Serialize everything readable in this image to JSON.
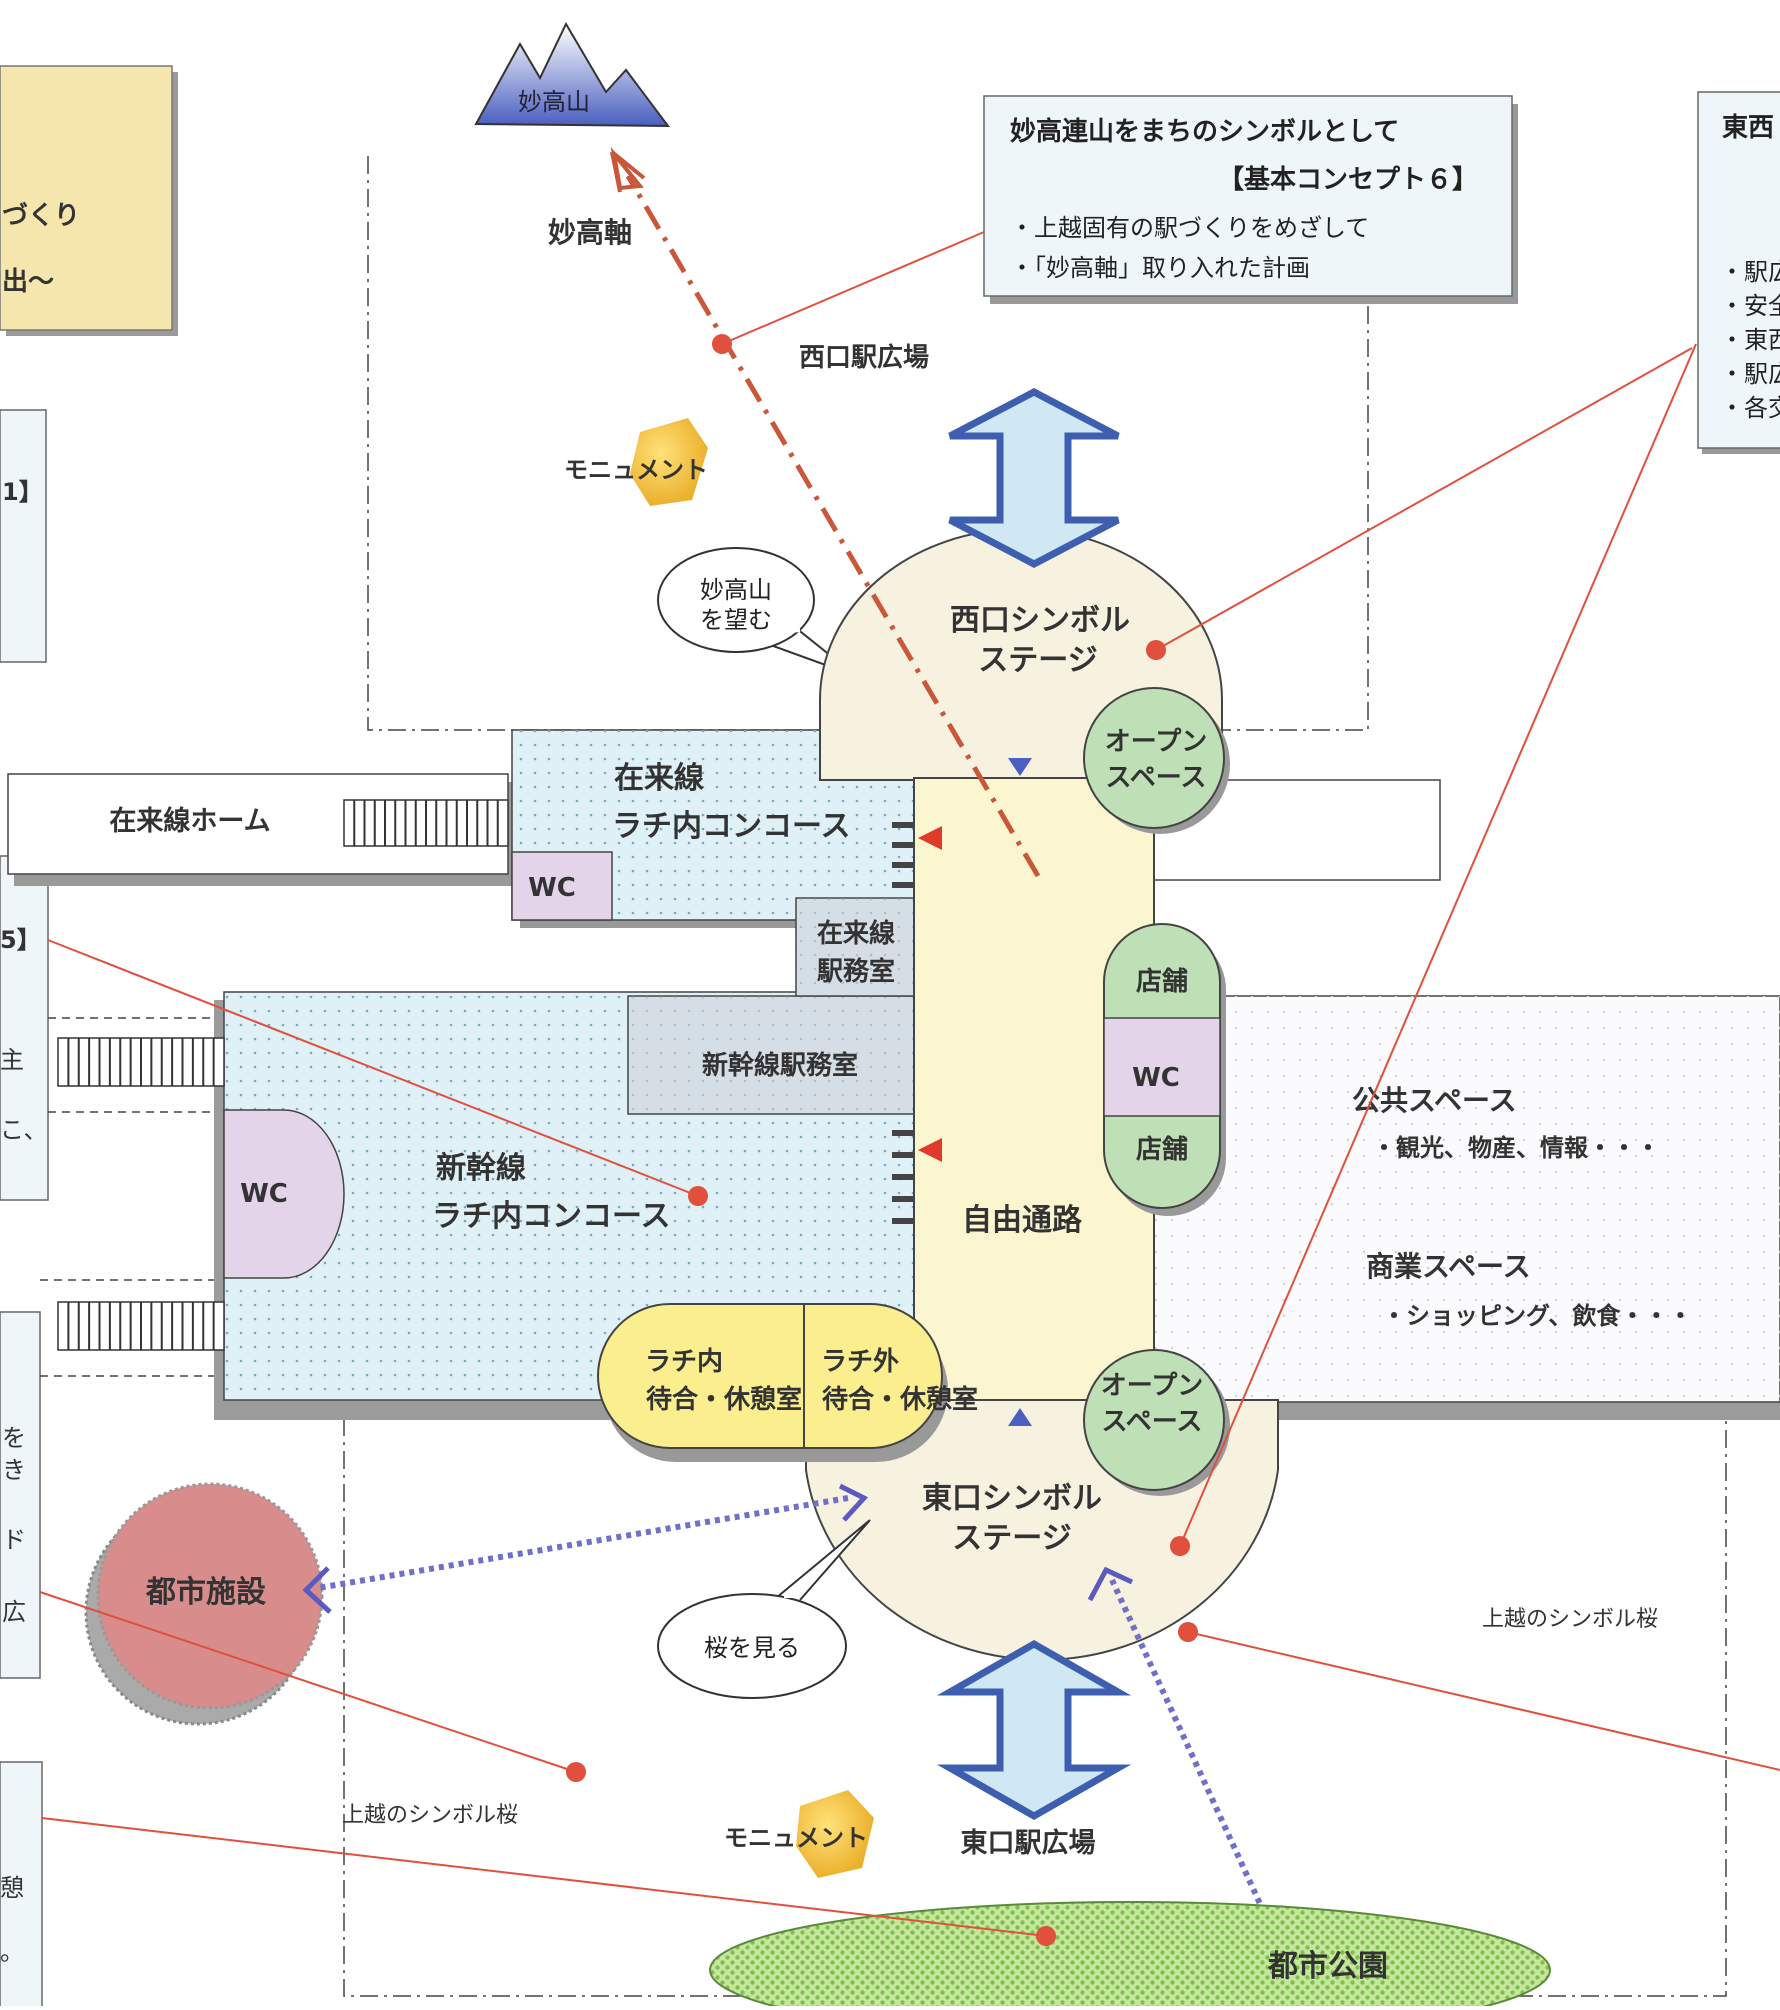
{
  "mountain": {
    "label": "妙高山"
  },
  "axis_label": "妙高軸",
  "concept_box": {
    "title": "妙高連山をまちのシンボルとして",
    "subtitle": "【基本コンセプト６】",
    "bullets": [
      "・上越固有の駅づくりをめざして",
      "・「妙高軸」取り入れた計画"
    ]
  },
  "right_box": {
    "title": "東西",
    "bullets": [
      "・駅広",
      "・安全",
      "・東西",
      "・駅広",
      "・各交"
    ]
  },
  "left_box_top": {
    "lines": [
      "づくり",
      "出〜"
    ]
  },
  "left_box_2": {
    "lines": [
      "1】"
    ]
  },
  "left_box_3": {
    "lines": [
      "5】",
      "主",
      "こ、"
    ]
  },
  "left_box_4": {
    "lines": [
      "を",
      "き",
      "ド",
      "広"
    ]
  },
  "left_box_5": {
    "lines": [
      "憩",
      "。"
    ]
  },
  "labels": {
    "west_plaza": "西口駅広場",
    "monument_west": "モニュメント",
    "monument_east": "モニュメント",
    "east_plaza": "東口駅広場",
    "symbol_sakura_east": "上越のシンボル桜",
    "symbol_sakura_west": "上越のシンボル桜",
    "city_facility": "都市施設",
    "city_park": "都市公園"
  },
  "bubbles": {
    "myoko_view": [
      "妙高山",
      "を望む"
    ],
    "sakura_view": "桜を見る"
  },
  "areas": {
    "west_stage": [
      "西口シンボル",
      "ステージ"
    ],
    "east_stage": [
      "東口シンボル",
      "ステージ"
    ],
    "open_space_top": [
      "オープン",
      "スペース"
    ],
    "open_space_bottom": [
      "オープン",
      "スペース"
    ],
    "zairai_home": "在来線ホーム",
    "zairai_concourse": [
      "在来線",
      "ラチ内コンコース"
    ],
    "zairai_office": [
      "在来線",
      "駅務室"
    ],
    "shinkansen_office": "新幹線駅務室",
    "shinkansen_concourse": [
      "新幹線",
      "ラチ内コンコース"
    ],
    "wc_zairai": "WC",
    "wc_shinkansen": "WC",
    "wc_center": "WC",
    "shop_top": "店舗",
    "shop_bottom": "店舗",
    "free_passage": "自由通路",
    "public_space": "公共スペース",
    "public_space_detail": "・観光、物産、情報・・・",
    "commercial_space": "商業スペース",
    "commercial_space_detail": "・ショッピング、飲食・・・",
    "waiting_inside": [
      "ラチ内",
      "待合・休憩室"
    ],
    "waiting_outside": [
      "ラチ外",
      "待合・休憩室"
    ]
  },
  "colors": {
    "concept_box_bg": "#eef6fa",
    "left_top_box_bg": "#f4e6ad",
    "concourse_bg": "#dff0f6",
    "plaza_stage_bg": "#f7f2df",
    "free_passage_bg": "#fbf6cf",
    "open_space_bg": "#bfe0b6",
    "wc_bg": "#e4d4ea",
    "waiting_bg": "#fbee8f",
    "office_bg": "#d5dde5",
    "city_facility_bg": "#d88c8c",
    "city_park_bg": "#b8e08a",
    "arrow_blue": "#3e5fb0",
    "red_line": "#e0503c",
    "axis_red": "#c9573a",
    "dotted_purple": "#7070c8"
  }
}
